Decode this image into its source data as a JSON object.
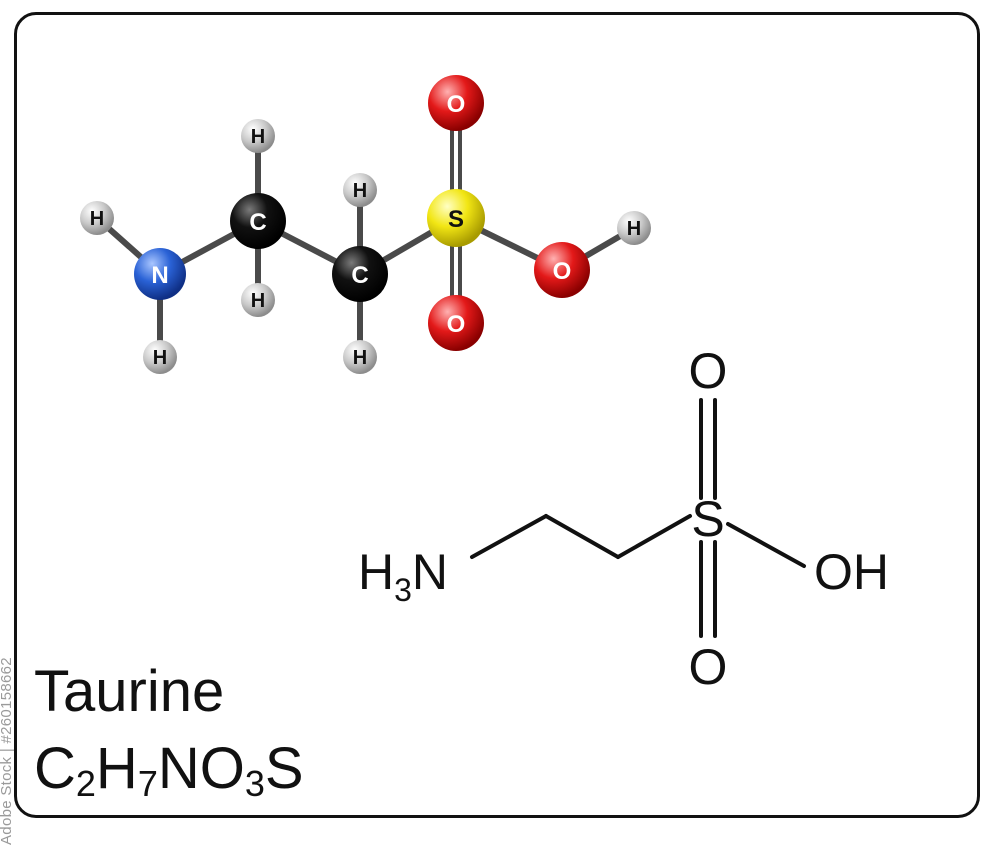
{
  "molecule": {
    "name": "Taurine",
    "formula_parts": [
      {
        "text": "C",
        "sub": false
      },
      {
        "text": "2",
        "sub": true
      },
      {
        "text": "H",
        "sub": false
      },
      {
        "text": "7",
        "sub": true
      },
      {
        "text": "NO",
        "sub": false
      },
      {
        "text": "3",
        "sub": true
      },
      {
        "text": "S",
        "sub": false
      }
    ]
  },
  "ball_model": {
    "atoms": [
      {
        "id": "h1",
        "el": "H"
      },
      {
        "id": "n",
        "el": "N"
      },
      {
        "id": "h2",
        "el": "H"
      },
      {
        "id": "c1",
        "el": "C"
      },
      {
        "id": "h3",
        "el": "H"
      },
      {
        "id": "h4",
        "el": "H"
      },
      {
        "id": "c2",
        "el": "C"
      },
      {
        "id": "h5",
        "el": "H"
      },
      {
        "id": "h6",
        "el": "H"
      },
      {
        "id": "s",
        "el": "S"
      },
      {
        "id": "o1",
        "el": "O"
      },
      {
        "id": "o2",
        "el": "O"
      },
      {
        "id": "o3",
        "el": "O"
      },
      {
        "id": "h7",
        "el": "H"
      }
    ]
  },
  "skeletal": {
    "amine_main": "H",
    "amine_sub": "3",
    "amine_tail": "N",
    "sulfur": "S",
    "oxygen_top": "O",
    "oxygen_bottom": "O",
    "hydroxyl": "OH"
  },
  "element_colors": {
    "H": "#c9c9c9",
    "C": "#111111",
    "N": "#2a62d6",
    "O": "#e31919",
    "S": "#f2e614"
  },
  "watermark": "Adobe Stock | #260158662"
}
